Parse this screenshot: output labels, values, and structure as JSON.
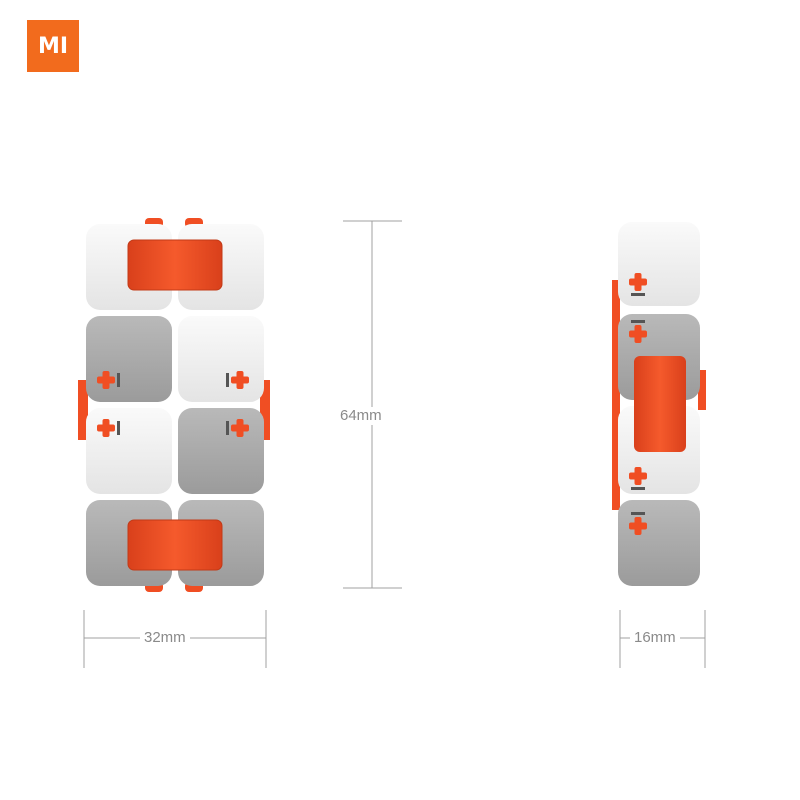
{
  "brand": {
    "logo_text": "MI",
    "accent_color": "#f26b1d"
  },
  "product": {
    "colors": {
      "white_cube": "#f3f3f3",
      "grey_cube": "#a9a9a9",
      "orange_part": "#f04e23"
    }
  },
  "dimensions": {
    "width_label": "32mm",
    "height_label": "64mm",
    "depth_label": "16mm"
  }
}
